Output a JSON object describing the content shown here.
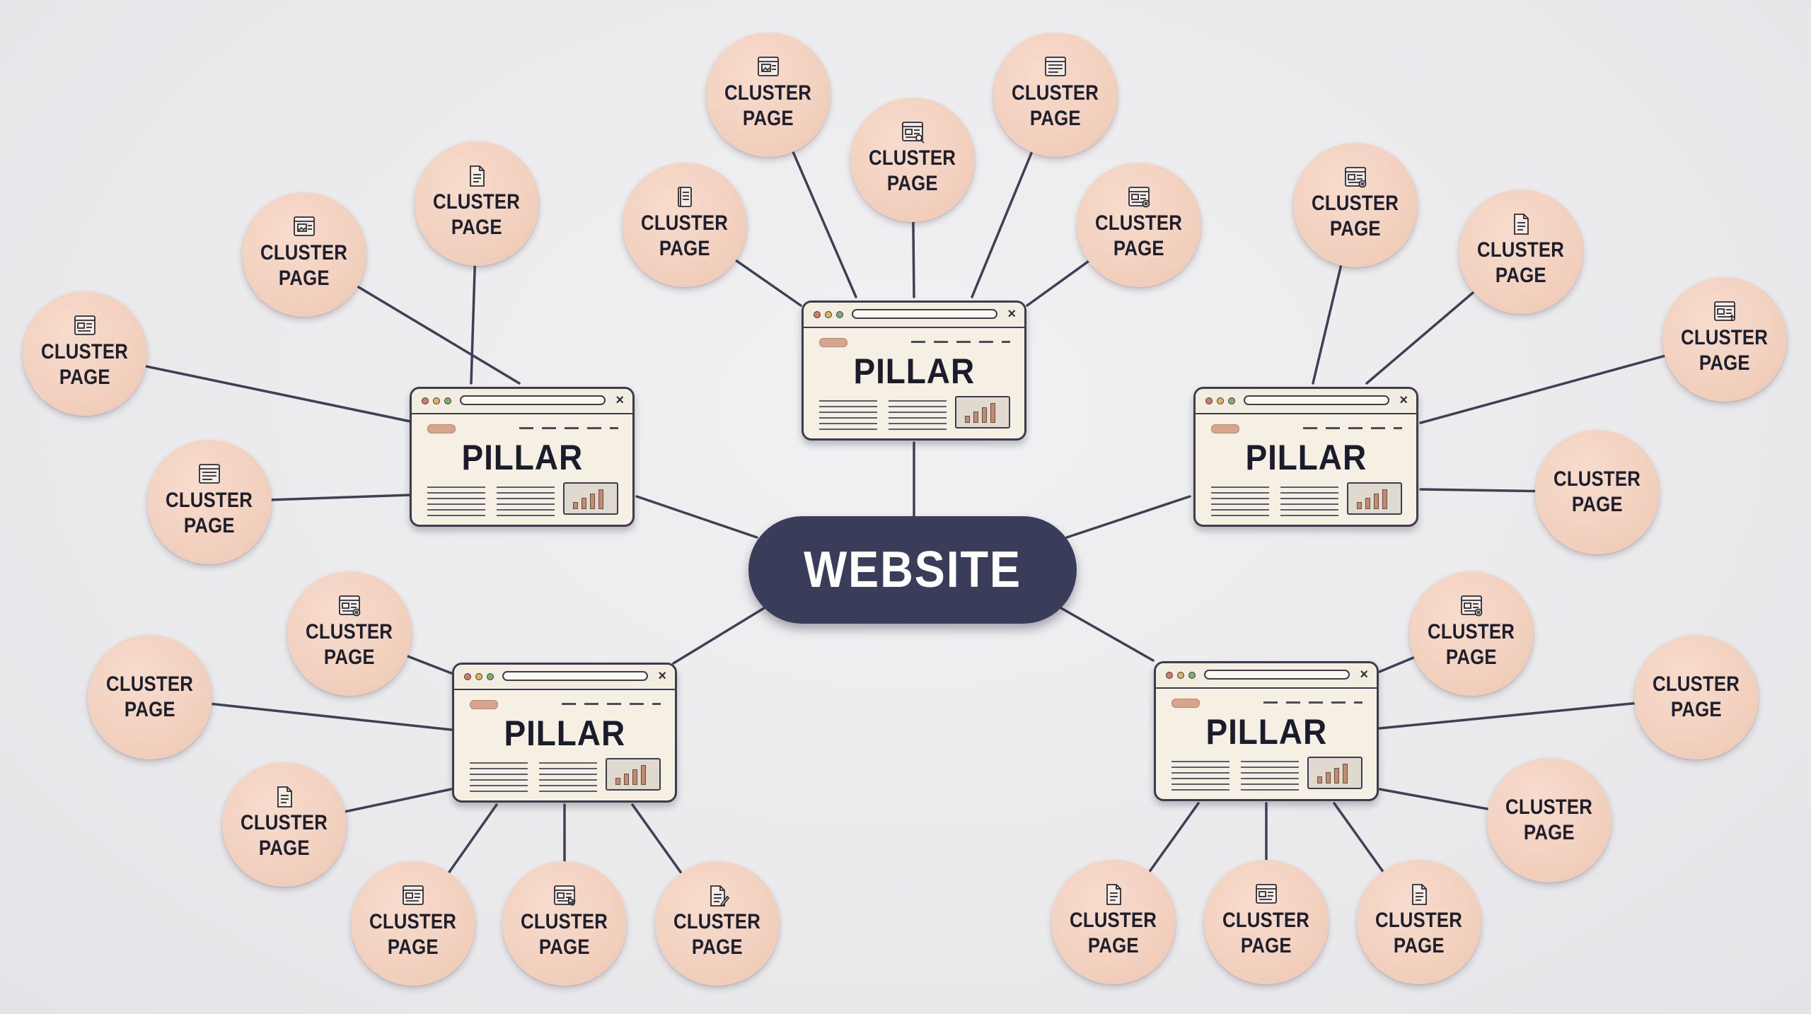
{
  "hub": {
    "label": "WEBSITE"
  },
  "pillar_label": "PILLAR",
  "cluster_label_line1": "CLUSTER",
  "cluster_label_line2": "PAGE",
  "colors": {
    "hub": "#3a3d5a",
    "cluster": "#f2cfbd",
    "pillar": "#f5efe4",
    "edge": "#3e4055"
  },
  "pillars": [
    {
      "id": "left",
      "clusters": [
        {
          "icon": "window-icon"
        },
        {
          "icon": "list-icon"
        },
        {
          "icon": "image-doc-icon"
        },
        {
          "icon": "doc-icon"
        }
      ]
    },
    {
      "id": "top",
      "clusters": [
        {
          "icon": "book-icon"
        },
        {
          "icon": "image-doc-icon"
        },
        {
          "icon": "search-doc-icon"
        },
        {
          "icon": "list-icon"
        },
        {
          "icon": "gear-doc-icon"
        }
      ]
    },
    {
      "id": "right",
      "clusters": [
        {
          "icon": "gear-doc-icon"
        },
        {
          "icon": "doc-icon"
        },
        {
          "icon": "upload-doc-icon"
        },
        {
          "icon": "none"
        }
      ]
    },
    {
      "id": "bottom-left",
      "clusters": [
        {
          "icon": "gear-doc-icon"
        },
        {
          "icon": "none"
        },
        {
          "icon": "doc-icon"
        },
        {
          "icon": "window-icon"
        },
        {
          "icon": "cursor-doc-icon"
        },
        {
          "icon": "pen-doc-icon"
        }
      ]
    },
    {
      "id": "bottom-right",
      "clusters": [
        {
          "icon": "gear-doc-icon"
        },
        {
          "icon": "none"
        },
        {
          "icon": "none"
        },
        {
          "icon": "doc-icon"
        },
        {
          "icon": "window-icon"
        },
        {
          "icon": "doc-icon"
        }
      ]
    }
  ]
}
